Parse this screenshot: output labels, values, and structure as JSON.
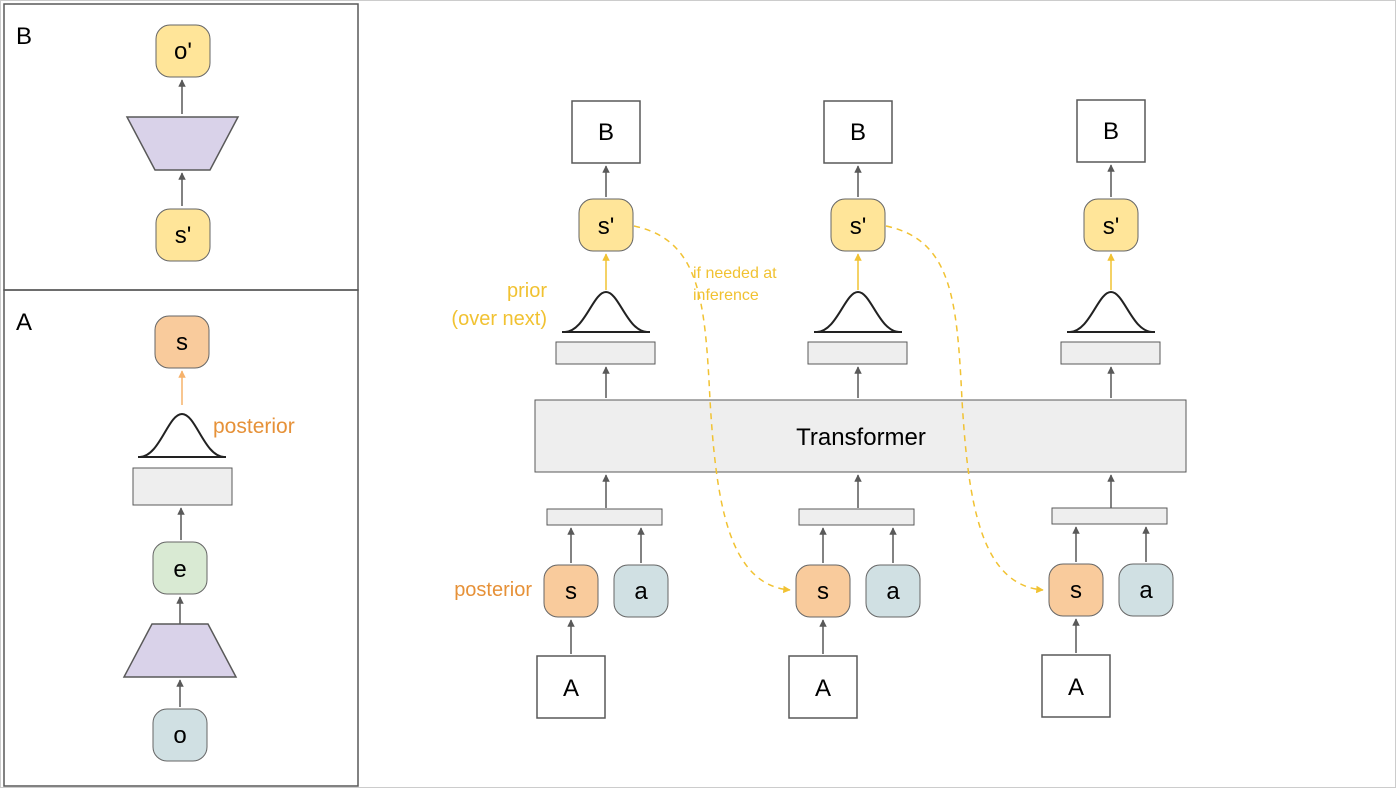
{
  "panel_b": {
    "label": "B",
    "top_node": "o'",
    "bottom_node": "s'"
  },
  "panel_a": {
    "label": "A",
    "top_node": "s",
    "distribution_label": "posterior",
    "middle_node": "e",
    "bottom_node": "o"
  },
  "main": {
    "transformer_label": "Transformer",
    "prior_label_line1": "prior",
    "prior_label_line2": "(over next)",
    "posterior_label": "posterior",
    "inference_note_line1": "if needed at",
    "inference_note_line2": "inference",
    "columns": [
      {
        "output": "B",
        "pred": "s'",
        "state": "s",
        "action": "a",
        "input": "A"
      },
      {
        "output": "B",
        "pred": "s'",
        "state": "s",
        "action": "a",
        "input": "A"
      },
      {
        "output": "B",
        "pred": "s'",
        "state": "s",
        "action": "a",
        "input": "A"
      }
    ]
  },
  "colors": {
    "yellow_node": "#ffe599",
    "yellow_stroke": "#f1c232",
    "orange_node": "#f9cb9c",
    "green_node": "#d9ead3",
    "blue_node": "#d0e0e3",
    "purple_shape": "#d9d2e9",
    "gray_box": "#eeeeee",
    "orange_text": "#e69138",
    "yellow_text": "#f1c232",
    "arrow_gray": "#595959"
  }
}
